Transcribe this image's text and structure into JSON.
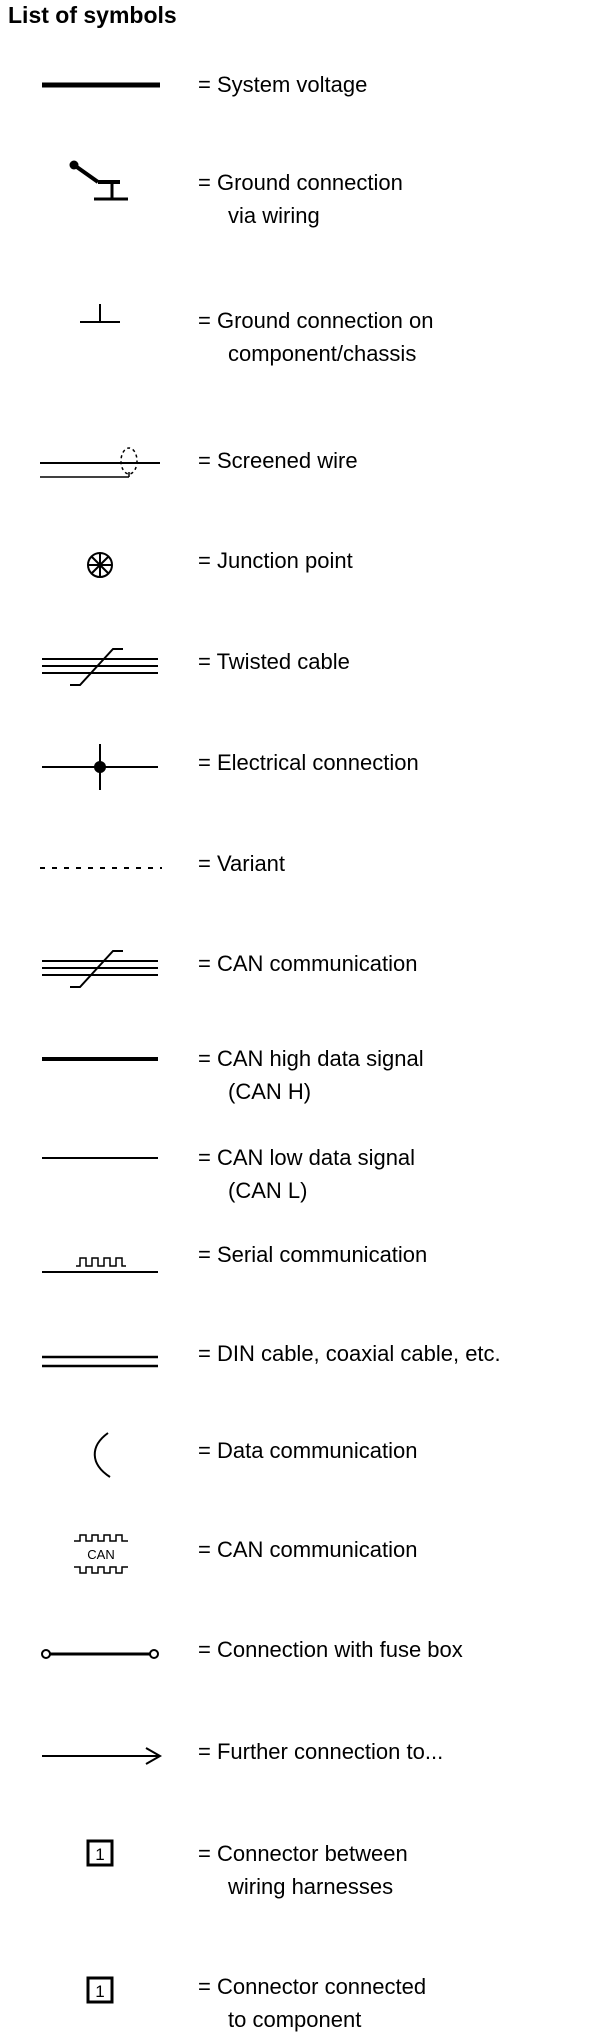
{
  "title": "List of symbols",
  "symbols": [
    {
      "icon": "system-voltage-line",
      "lines": [
        "= System voltage"
      ]
    },
    {
      "icon": "ground-wiring-symbol",
      "lines": [
        "= Ground connection",
        "via wiring"
      ]
    },
    {
      "icon": "ground-component-symbol",
      "lines": [
        "= Ground connection on",
        "component/chassis"
      ]
    },
    {
      "icon": "screened-wire-symbol",
      "lines": [
        "= Screened wire"
      ]
    },
    {
      "icon": "junction-point-symbol",
      "lines": [
        "= Junction point"
      ]
    },
    {
      "icon": "twisted-cable-symbol",
      "lines": [
        "= Twisted cable"
      ]
    },
    {
      "icon": "electrical-connection-symbol",
      "lines": [
        "= Electrical connection"
      ]
    },
    {
      "icon": "variant-dashed-line",
      "lines": [
        "= Variant"
      ]
    },
    {
      "icon": "can-communication-twisted-symbol",
      "lines": [
        "= CAN communication"
      ]
    },
    {
      "icon": "can-high-line",
      "lines": [
        "= CAN high data signal",
        "(CAN H)"
      ]
    },
    {
      "icon": "can-low-line",
      "lines": [
        "= CAN low data signal",
        "(CAN L)"
      ]
    },
    {
      "icon": "serial-communication-symbol",
      "lines": [
        "= Serial communication"
      ]
    },
    {
      "icon": "din-cable-symbol",
      "lines": [
        "= DIN cable, coaxial cable, etc."
      ]
    },
    {
      "icon": "data-communication-symbol",
      "lines": [
        "= Data communication"
      ]
    },
    {
      "icon": "can-block-symbol",
      "lines": [
        "= CAN communication"
      ],
      "label": "CAN"
    },
    {
      "icon": "fuse-box-connection-symbol",
      "lines": [
        "= Connection with fuse box"
      ]
    },
    {
      "icon": "further-connection-arrow",
      "lines": [
        "= Further connection to..."
      ]
    },
    {
      "icon": "connector-harness-symbol",
      "lines": [
        "= Connector between",
        "wiring harnesses"
      ],
      "label": "1"
    },
    {
      "icon": "connector-component-symbol",
      "lines": [
        "= Connector connected",
        "to component"
      ],
      "label": "1"
    }
  ]
}
